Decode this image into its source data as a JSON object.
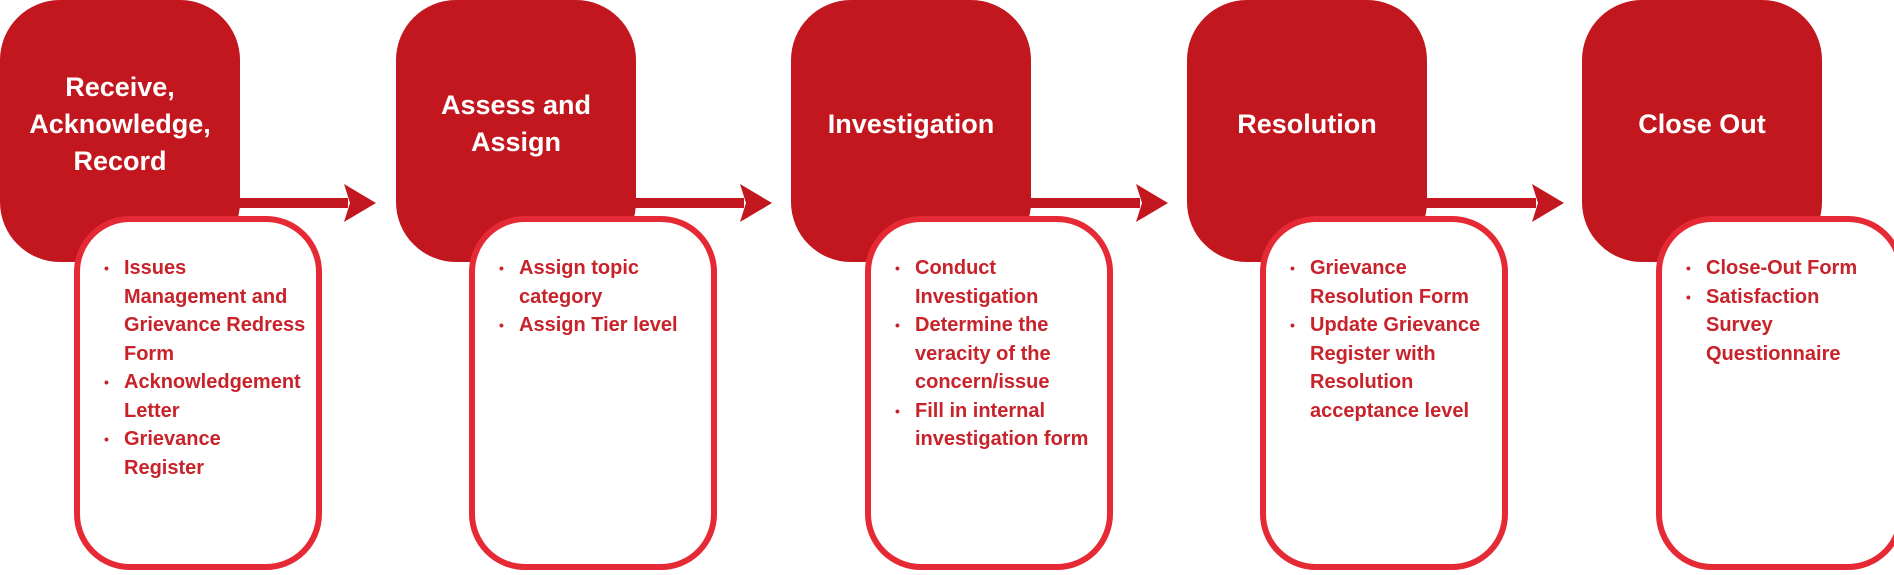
{
  "colors": {
    "stage_fill": "#c3171f",
    "box_border": "#e52a35",
    "text_red": "#c8222a",
    "stage_text": "#ffffff"
  },
  "stages": [
    {
      "title": "Receive, Acknowledge, Record",
      "items": [
        "Issues Management and Grievance Redress Form",
        "Acknowledgement Letter",
        "Grievance Register"
      ]
    },
    {
      "title": "Assess and Assign",
      "items": [
        "Assign topic category",
        "Assign Tier level"
      ]
    },
    {
      "title": "Investigation",
      "items": [
        "Conduct Investigation",
        "Determine the veracity of the concern/issue",
        "Fill in internal investigation form"
      ]
    },
    {
      "title": "Resolution",
      "items": [
        "Grievance Resolution Form",
        "Update Grievance Register with Resolution acceptance level"
      ]
    },
    {
      "title": "Close Out",
      "items": [
        "Close-Out Form",
        "Satisfaction Survey Questionnaire"
      ]
    }
  ],
  "bullet_glyph": "•",
  "arrow_icon": "right-arrow-icon"
}
